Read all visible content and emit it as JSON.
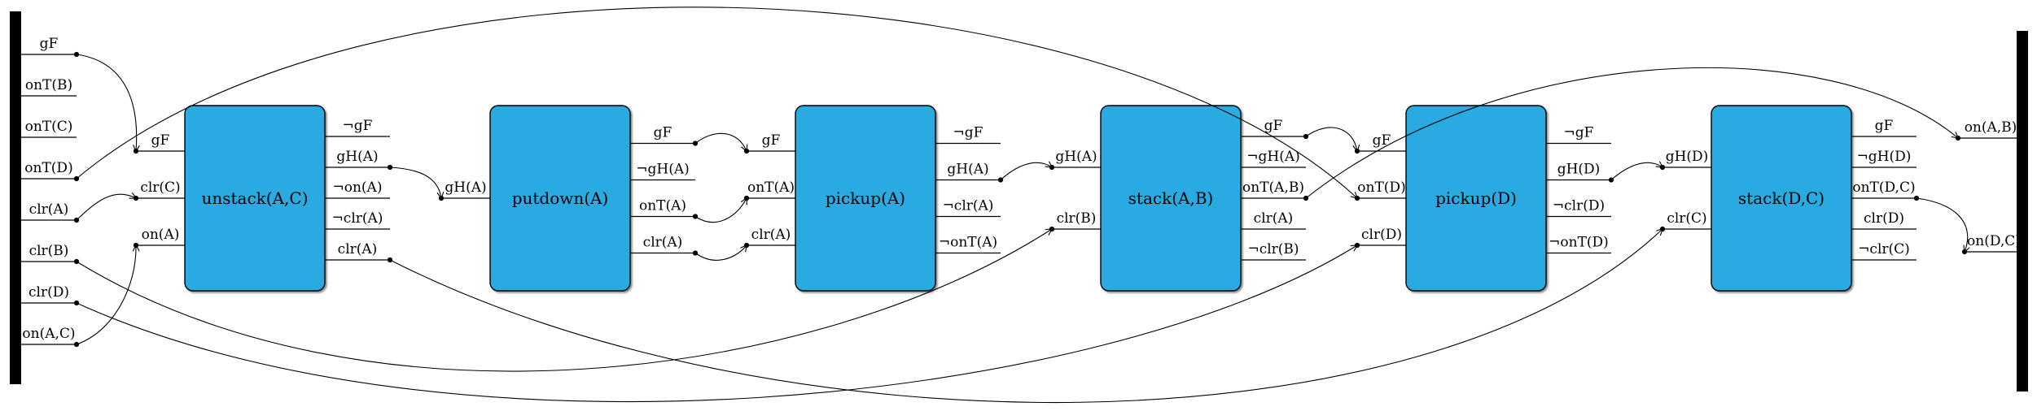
{
  "diagram": {
    "colors": {
      "background": "#ffffff",
      "box_fill": "#29abe2",
      "box_stroke": "#000000",
      "bar_color": "#000000",
      "line_color": "#000000"
    },
    "initial_state": {
      "labels": [
        "gF",
        "onT(B)",
        "onT(C)",
        "onT(D)",
        "clr(A)",
        "clr(B)",
        "clr(D)",
        "on(A,C)"
      ],
      "connected": [
        0,
        3,
        4,
        5,
        6,
        7
      ]
    },
    "goal_state": {
      "labels": [
        "on(A,B)",
        "on(D,C)"
      ]
    },
    "actions": [
      {
        "name": "unstack(A,C)",
        "inputs": [
          "gF",
          "clr(C)",
          "on(A)"
        ],
        "outputs": [
          "¬gF",
          "gH(A)",
          "¬on(A)",
          "¬clr(A)",
          "clr(A)"
        ],
        "outputs_connected": [
          1,
          4
        ]
      },
      {
        "name": "putdown(A)",
        "inputs": [
          "gH(A)"
        ],
        "outputs": [
          "gF",
          "¬gH(A)",
          "onT(A)",
          "clr(A)"
        ],
        "outputs_connected": [
          0,
          2,
          3
        ]
      },
      {
        "name": "pickup(A)",
        "inputs": [
          "gF",
          "onT(A)",
          "clr(A)"
        ],
        "outputs": [
          "¬gF",
          "gH(A)",
          "¬clr(A)",
          "¬onT(A)"
        ],
        "outputs_connected": [
          1
        ]
      },
      {
        "name": "stack(A,B)",
        "inputs": [
          "gH(A)",
          "clr(B)"
        ],
        "outputs": [
          "gF",
          "¬gH(A)",
          "onT(A,B)",
          "clr(A)",
          "¬clr(B)"
        ],
        "outputs_connected": [
          0,
          2
        ]
      },
      {
        "name": "pickup(D)",
        "inputs": [
          "gF",
          "onT(D)",
          "clr(D)"
        ],
        "outputs": [
          "¬gF",
          "gH(D)",
          "¬clr(D)",
          "¬onT(D)"
        ],
        "outputs_connected": [
          1
        ]
      },
      {
        "name": "stack(D,C)",
        "inputs": [
          "gH(D)",
          "clr(C)"
        ],
        "outputs": [
          "gF",
          "¬gH(D)",
          "onT(D,C)",
          "clr(D)",
          "¬clr(C)"
        ],
        "outputs_connected": [
          2
        ]
      }
    ],
    "edges": [
      {
        "from": [
          "init",
          0
        ],
        "to": [
          "in",
          0,
          0
        ],
        "c": [
          [
            150,
            75
          ],
          [
            172,
            120
          ]
        ]
      },
      {
        "from": [
          "init",
          4
        ],
        "to": [
          "in",
          0,
          1
        ],
        "c": [
          [
            118,
            248
          ],
          [
            140,
            230
          ]
        ]
      },
      {
        "from": [
          "init",
          7
        ],
        "to": [
          "in",
          0,
          2
        ],
        "c": [
          [
            140,
            408
          ],
          [
            168,
            352
          ]
        ]
      },
      {
        "from": [
          "init",
          3
        ],
        "to": [
          "in",
          4,
          1
        ],
        "c": [
          [
            450,
            -80
          ],
          [
            1350,
            -50
          ]
        ]
      },
      {
        "from": [
          "init",
          5
        ],
        "to": [
          "in",
          3,
          1
        ],
        "c": [
          [
            450,
            540
          ],
          [
            1000,
            470
          ]
        ]
      },
      {
        "from": [
          "init",
          6
        ],
        "to": [
          "in",
          4,
          2
        ],
        "c": [
          [
            550,
            580
          ],
          [
            1350,
            500
          ]
        ]
      },
      {
        "from": [
          "out",
          0,
          1
        ],
        "to": [
          "in",
          1,
          0
        ],
        "c": [
          [
            512,
            208
          ],
          [
            538,
            216
          ]
        ]
      },
      {
        "from": [
          "out",
          0,
          4
        ],
        "to": [
          "in",
          5,
          1
        ],
        "c": [
          [
            950,
            560
          ],
          [
            1750,
            560
          ]
        ]
      },
      {
        "from": [
          "out",
          1,
          0
        ],
        "to": [
          "in",
          2,
          0
        ],
        "c": [
          [
            878,
            158
          ],
          [
            906,
            160
          ]
        ]
      },
      {
        "from": [
          "out",
          1,
          2
        ],
        "to": [
          "in",
          2,
          1
        ],
        "c": [
          [
            880,
            284
          ],
          [
            906,
            266
          ]
        ]
      },
      {
        "from": [
          "out",
          1,
          3
        ],
        "to": [
          "in",
          2,
          2
        ],
        "c": [
          [
            880,
            330
          ],
          [
            906,
            316
          ]
        ]
      },
      {
        "from": [
          "out",
          2,
          1
        ],
        "to": [
          "in",
          3,
          0
        ],
        "c": [
          [
            1255,
            198
          ],
          [
            1278,
            196
          ]
        ]
      },
      {
        "from": [
          "out",
          3,
          0
        ],
        "to": [
          "in",
          4,
          0
        ],
        "c": [
          [
            1632,
            148
          ],
          [
            1662,
            156
          ]
        ]
      },
      {
        "from": [
          "out",
          3,
          2
        ],
        "to": [
          "goal",
          0
        ],
        "c": [
          [
            1850,
            50
          ],
          [
            2250,
            40
          ]
        ]
      },
      {
        "from": [
          "out",
          4,
          1
        ],
        "to": [
          "in",
          5,
          0
        ],
        "c": [
          [
            2006,
            198
          ],
          [
            2028,
            196
          ]
        ]
      },
      {
        "from": [
          "out",
          5,
          2
        ],
        "to": [
          "goal",
          1
        ],
        "c": [
          [
            2412,
            252
          ],
          [
            2424,
            282
          ]
        ]
      }
    ]
  }
}
